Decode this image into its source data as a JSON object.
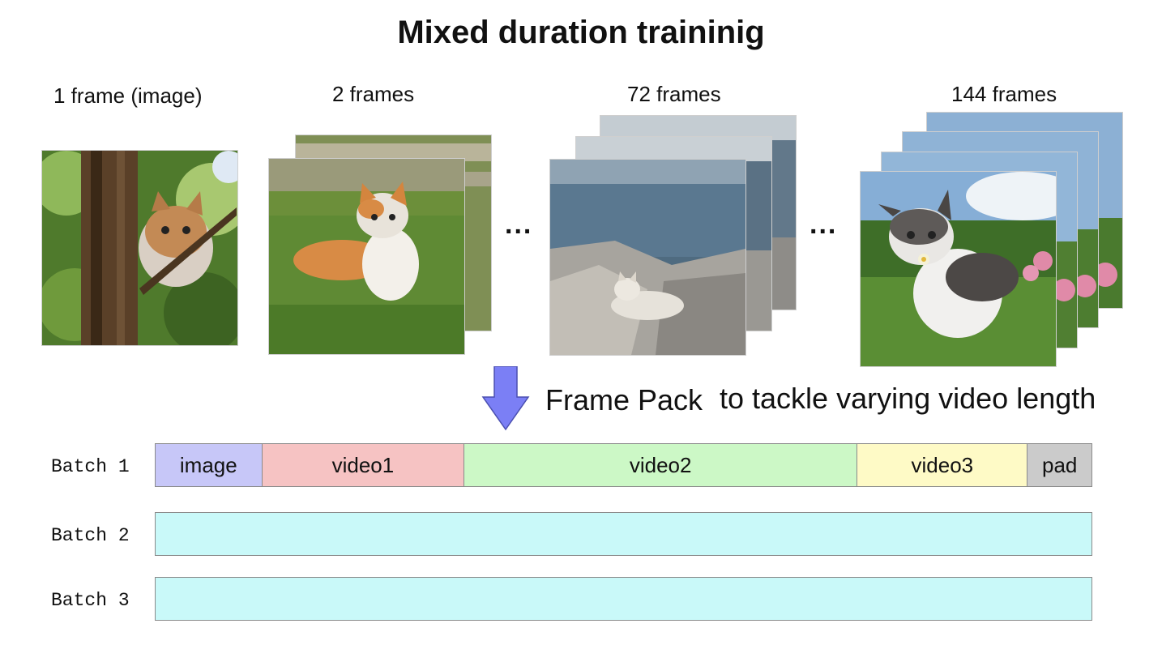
{
  "title": "Mixed duration traininig",
  "columns": [
    {
      "caption": "1 frame (image)"
    },
    {
      "caption": "2 frames"
    },
    {
      "caption": "72 frames"
    },
    {
      "caption": "144 frames"
    }
  ],
  "ellipsis": "...",
  "framepack": {
    "label": "Frame Pack",
    "description": "to tackle varying video length",
    "arrow_color": "#7b7ff5"
  },
  "batches": [
    {
      "label": "Batch 1",
      "segments": [
        {
          "label": "image",
          "color": "#c7c7f8",
          "share": 11.4
        },
        {
          "label": "video1",
          "color": "#f6c3c3",
          "share": 21.6
        },
        {
          "label": "video2",
          "color": "#ccf8c6",
          "share": 42.0
        },
        {
          "label": "video3",
          "color": "#fefac6",
          "share": 18.2
        },
        {
          "label": "pad",
          "color": "#cbcbcb",
          "share": 6.8
        }
      ]
    },
    {
      "label": "Batch 2",
      "segments": [
        {
          "label": "",
          "color": "#c9f9f9",
          "share": 100
        }
      ]
    },
    {
      "label": "Batch 3",
      "segments": [
        {
          "label": "",
          "color": "#c9f9f9",
          "share": 100
        }
      ]
    }
  ]
}
